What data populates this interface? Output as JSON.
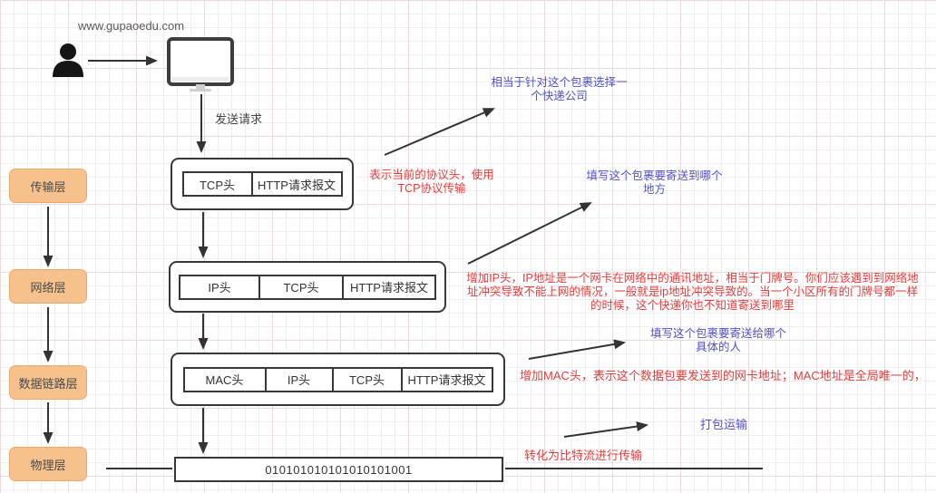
{
  "header": {
    "site_label": "www.gupaoedu.com",
    "send_request_label": "发送请求"
  },
  "layers": [
    {
      "label": "传输层"
    },
    {
      "label": "网络层"
    },
    {
      "label": "数据链路层"
    },
    {
      "label": "物理层"
    }
  ],
  "packets": [
    {
      "segments": [
        "TCP头",
        "HTTP请求报文"
      ]
    },
    {
      "segments": [
        "IP头",
        "TCP头",
        "HTTP请求报文"
      ]
    },
    {
      "segments": [
        "MAC头",
        "IP头",
        "TCP头",
        "HTTP请求报文"
      ]
    }
  ],
  "bitstream": "010101010101010101001",
  "notes": {
    "courier_note": {
      "color": "blue",
      "lines": [
        "相当于针对这个包裹选择一",
        "个快递公司"
      ]
    },
    "tcp_note": {
      "color": "red",
      "lines": [
        "表示当前的协议头，使用",
        "TCP协议传输"
      ]
    },
    "dest_note": {
      "color": "blue",
      "lines": [
        "填写这个包裹要寄送到哪个",
        "地方"
      ]
    },
    "ip_note": {
      "color": "red",
      "lines": [
        "增加IP头，IP地址是一个网卡在网络中的通讯地址，相当于门牌号。你们应该遇到到网络地",
        "址冲突导致不能上网的情况，一般就是ip地址冲突导致的。当一个小区所有的门牌号都一样",
        "的时候，这个快递你也不知道寄送到哪里"
      ]
    },
    "person_note": {
      "color": "blue",
      "lines": [
        "填写这个包裹要寄送给哪个",
        "具体的人"
      ]
    },
    "mac_note": {
      "color": "red",
      "lines": [
        "增加MAC头，表示这个数据包要发送到的网卡地址；MAC地址是全局唯一的，"
      ]
    },
    "pack_note": {
      "color": "blue",
      "lines": [
        "打包运输"
      ]
    },
    "bitstream_note": {
      "color": "red",
      "lines": [
        "转化为比特流进行传输"
      ]
    }
  },
  "colors": {
    "red_note": "#e23c3c",
    "blue_note": "#5150c8",
    "layer_box_fill": "#f6c18c",
    "layer_box_border": "#eba96e",
    "connector": "#333333"
  }
}
